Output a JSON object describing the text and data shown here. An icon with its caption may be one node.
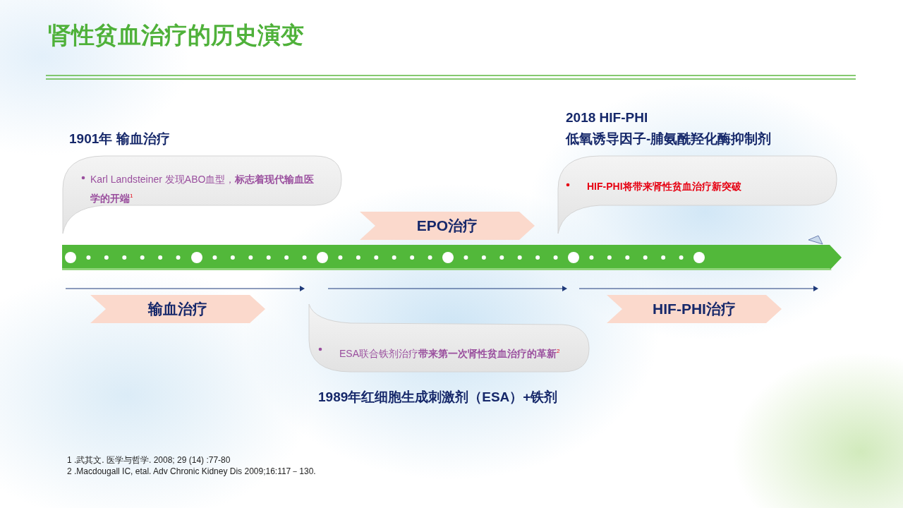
{
  "diagram": {
    "title": "肾性贫血治疗的历史演变",
    "nodes": [
      {
        "text": [
          "1901年 输血治疗",
          "Karl Landsteiner 发现ABO血型，**标志着现代输血医学的开端**$^{1}$"
        ]
      },
      {
        "text": [
          "ESA联合铁剂治疗**带来第一次肾性贫血治疗的革新**$^{2}$",
          "1989年红细胞生成刺激剂（ESA）+铁剂"
        ]
      },
      {
        "text": [
          "2018 HIF-PHI 低氧诱导因子-脯氨酰羟化酶抑制剂",
          "HIF-PHI将带来肾性贫血治疗新突破"
        ]
      },
      {
        "text": [
          "输血治疗"
        ]
      },
      {
        "text": [
          "EPO治疗"
        ]
      },
      {
        "text": [
          "HIF-PHI治疗"
        ]
      }
    ],
    "labels": [
      "1 .武其文. 医学与哲学. 2008; 29 (14) :77-80",
      "2 .Macdougall IC, etal. Adv Chronic Kidney Dis 2009;16:117－130."
    ]
  }
}
